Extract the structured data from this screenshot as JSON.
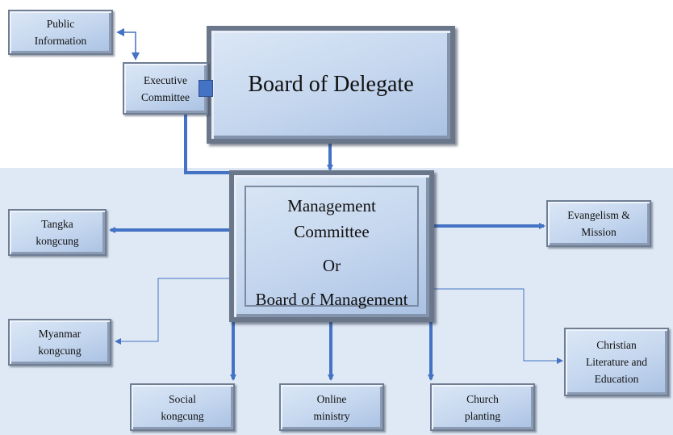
{
  "diagram": {
    "board": [
      "Board of Delegate"
    ],
    "executive": [
      "Executive",
      "Committee"
    ],
    "public_info": [
      "Public",
      "Information"
    ],
    "management": [
      "Management",
      "Committee",
      "Or",
      "Board of Management"
    ],
    "tangka": [
      "Tangka",
      "kongcung"
    ],
    "myanmar": [
      "Myanmar",
      "kongcung"
    ],
    "social": [
      "Social",
      "kongcung"
    ],
    "online": [
      "Online",
      "ministry"
    ],
    "church": [
      "Church",
      "planting"
    ],
    "evangelism": [
      "Evangelism &",
      "Mission"
    ],
    "christian": [
      "Christian",
      "Literature and",
      "Education"
    ]
  },
  "colors": {
    "connector": "#4472c4",
    "box_fill": "#c4d6ee",
    "panel": "#dfe9f5"
  }
}
